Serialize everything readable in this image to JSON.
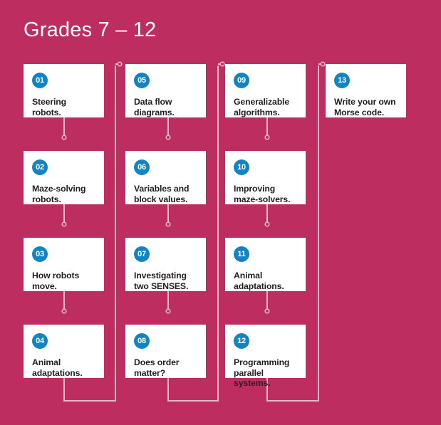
{
  "header": {
    "title": "Grades 7 – 12"
  },
  "colors": {
    "background": "#be2d60",
    "card_background": "#ffffff",
    "badge": "#1284c4",
    "badge_text": "#ffffff",
    "card_text": "#231f20",
    "connector": "#e8b6c6",
    "title_text": "#ffffff"
  },
  "columns": [
    {
      "index": 1,
      "cards": [
        {
          "number": "01",
          "label": "Steering robots."
        },
        {
          "number": "02",
          "label": "Maze-solving robots."
        },
        {
          "number": "03",
          "label": "How robots move."
        },
        {
          "number": "04",
          "label": "Animal adaptations."
        }
      ]
    },
    {
      "index": 2,
      "cards": [
        {
          "number": "05",
          "label": "Data flow diagrams."
        },
        {
          "number": "06",
          "label": "Variables and block values."
        },
        {
          "number": "07",
          "label": "Investigating two SENSES."
        },
        {
          "number": "08",
          "label": "Does order matter?"
        }
      ]
    },
    {
      "index": 3,
      "cards": [
        {
          "number": "09",
          "label": "Generalizable algorithms."
        },
        {
          "number": "10",
          "label": "Improving maze-solvers."
        },
        {
          "number": "11",
          "label": "Animal adaptations."
        },
        {
          "number": "12",
          "label": "Programming parallel systems."
        }
      ]
    },
    {
      "index": 4,
      "cards": [
        {
          "number": "13",
          "label": "Write your own Morse code."
        }
      ]
    }
  ],
  "flow": {
    "sequence": [
      "01",
      "02",
      "03",
      "04",
      "05",
      "06",
      "07",
      "08",
      "09",
      "10",
      "11",
      "12",
      "13"
    ],
    "description": "Sequential learning path flowing down each column then wrapping to the top of the next column."
  }
}
